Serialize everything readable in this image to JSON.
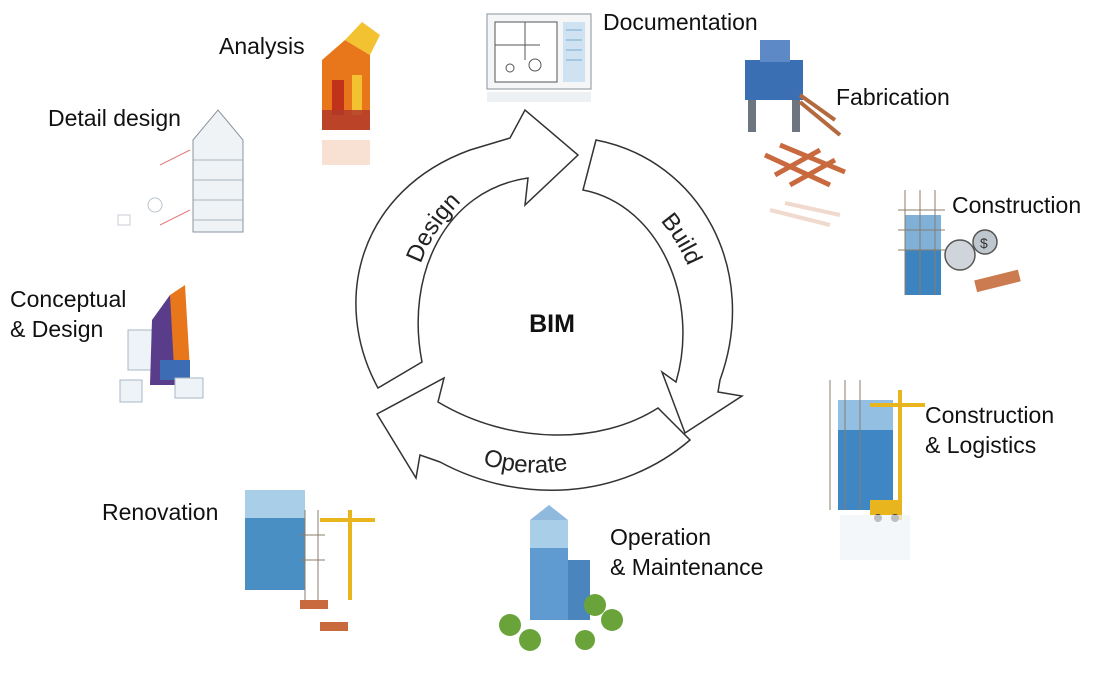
{
  "center": {
    "label": "BIM"
  },
  "cycle": {
    "design": "Design",
    "build": "Build",
    "operate": "Operate"
  },
  "stages": {
    "documentation": "Documentation",
    "fabrication": "Fabrication",
    "construction": "Construction",
    "construction_logistics": "Construction\n& Logistics",
    "operation_maintenance": "Operation\n& Maintenance",
    "renovation": "Renovation",
    "conceptual_design": "Conceptual\n& Design",
    "detail_design": "Detail design",
    "analysis": "Analysis"
  },
  "colors": {
    "arrow_stroke": "#333333",
    "building_blue": "#4a8fc4",
    "building_light": "#a9cfe8",
    "analysis_orange": "#e8771c",
    "analysis_yellow": "#f2c230",
    "wood": "#c8693e",
    "crane_yellow": "#e9b51e",
    "tree_green": "#6aa33a",
    "concept_purple": "#5a3d8a"
  }
}
